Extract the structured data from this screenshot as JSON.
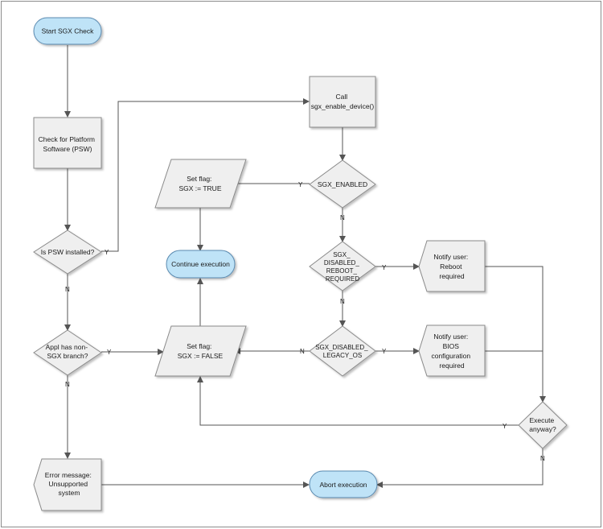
{
  "colors": {
    "terminal_fill": "#bfe3f7",
    "terminal_stroke": "#5a8ab0",
    "node_fill": "#efefef",
    "node_stroke": "#8a8a8a",
    "edge": "#555555",
    "frame": "#8c8c8c"
  },
  "nodes": {
    "start": "Start SGX Check",
    "check_psw": [
      "Check for Platform",
      "Software (PSW)"
    ],
    "psw_installed": "Is PSW installed?",
    "appl_branch": [
      "Appl  has non-",
      "SGX branch?"
    ],
    "error_message": [
      "Error message:",
      "Unsupported",
      "system"
    ],
    "call_enable": [
      "Call",
      "sgx_enable_device()"
    ],
    "sgx_enabled": "SGX_ENABLED",
    "set_true": [
      "Set flag:",
      "SGX := TRUE"
    ],
    "continue_exec": "Continue execution",
    "reboot_required": [
      "SGX_",
      "DISABLED_",
      "REBOOT_",
      "REQUIRED"
    ],
    "notify_reboot": [
      "Notify user:",
      "Reboot",
      "required"
    ],
    "legacy_os": [
      "SGX_DISABLED_",
      "LEGACY_OS"
    ],
    "set_false": [
      "Set flag:",
      "SGX := FALSE"
    ],
    "notify_bios": [
      "Notify user:",
      "BIOS",
      "configuration",
      "required"
    ],
    "execute_anyway": [
      "Execute",
      "anyway?"
    ],
    "abort_exec": "Abort execution"
  },
  "edge_labels": {
    "yes": "Y",
    "no": "N"
  }
}
